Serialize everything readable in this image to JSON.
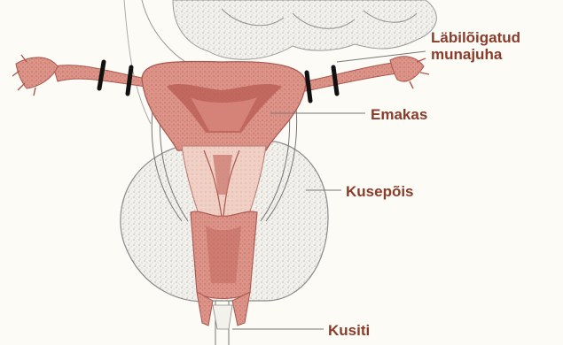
{
  "colors": {
    "label": "#8a3b2a",
    "tissue": "#d98a80",
    "tissue_dark": "#b85a52",
    "bladder": "#e9e6e0",
    "outline": "#6f6f6f",
    "ligature": "#111111"
  },
  "labels": {
    "tube": [
      "Läbilõigatud",
      "munajuha"
    ],
    "uterus": "Emakas",
    "bladder": "Kusepõis",
    "urethra": "Kusiti"
  },
  "icons": {
    "ligatures": "ligature-mark"
  }
}
